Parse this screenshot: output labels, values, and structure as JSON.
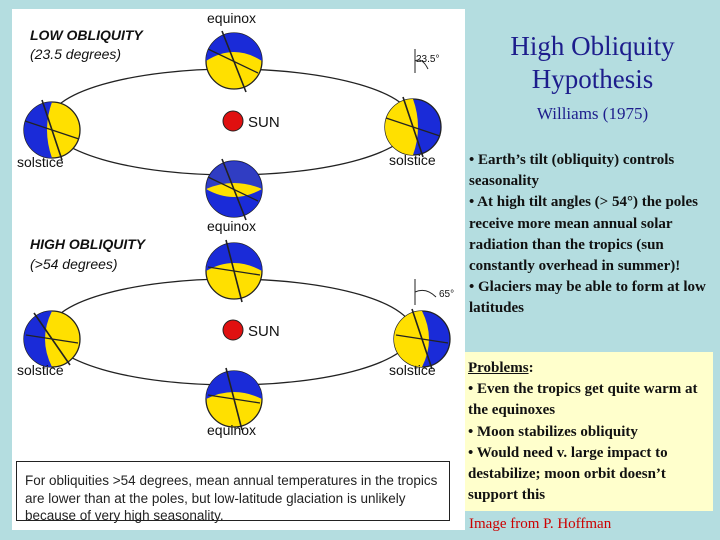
{
  "title": "High Obliquity Hypothesis",
  "subtitle": "Williams (1975)",
  "bullets": [
    "• Earth’s tilt (obliquity) controls seasonality",
    "• At high tilt angles (> 54°) the poles receive more mean annual solar radiation than the tropics (sun constantly overhead in summer)!",
    "• Glaciers may be able to form at low latitudes"
  ],
  "problems": {
    "heading": "Problems",
    "items": [
      "• Even the tropics get quite warm at the equinoxes",
      "• Moon stabilizes obliquity",
      "• Would need v. large impact to destabilize; moon orbit doesn’t support this"
    ]
  },
  "credit": "Image from P. Hoffman",
  "diagram": {
    "low": {
      "title": "LOW OBLIQUITY",
      "subtitle": "(23.5 degrees)",
      "angle": "23.5°",
      "sun": "SUN",
      "equinox": "equinox",
      "solstice": "solstice"
    },
    "high": {
      "title": "HIGH OBLIQUITY",
      "subtitle": "(>54 degrees)",
      "angle": "65°",
      "sun": "SUN",
      "equinox": "equinox",
      "solstice": "solstice"
    },
    "caption": "For obliquities >54 degrees, mean annual temperatures in the tropics are lower than at the poles, but low-latitude glaciation is unlikely because of very high seasonality."
  },
  "colors": {
    "day": "#ffe000",
    "night": "#1a2bd8",
    "sun": "#e01010",
    "title": "#1d1d8c",
    "problem_bg": "#ffffcc",
    "credit": "#cc0000"
  }
}
